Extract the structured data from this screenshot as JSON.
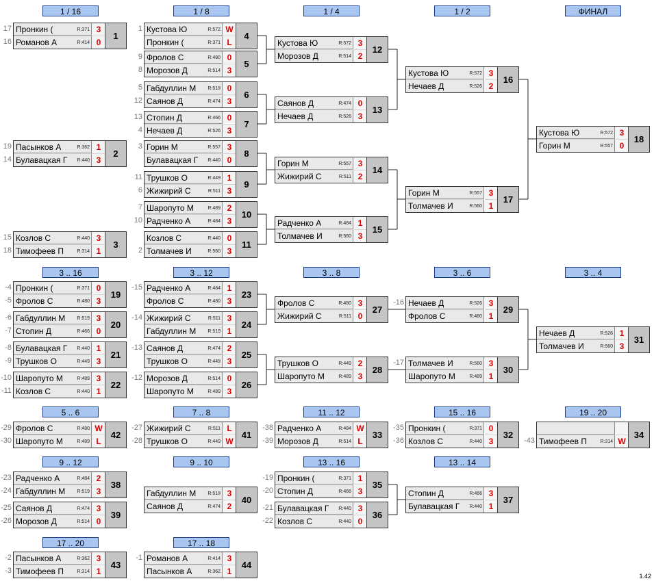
{
  "headers": [
    {
      "label": "1 / 16"
    },
    {
      "label": "1 / 8"
    },
    {
      "label": "1 / 4"
    },
    {
      "label": "1 / 2"
    },
    {
      "label": "ФИНАЛ"
    },
    {
      "label": "3 .. 16"
    },
    {
      "label": "3 .. 12"
    },
    {
      "label": "3 .. 8"
    },
    {
      "label": "3 .. 6"
    },
    {
      "label": "3 .. 4"
    },
    {
      "label": "5 .. 6"
    },
    {
      "label": "7 .. 8"
    },
    {
      "label": "11 .. 12"
    },
    {
      "label": "15 .. 16"
    },
    {
      "label": "19 .. 20"
    },
    {
      "label": "9 .. 12"
    },
    {
      "label": "9 .. 10"
    },
    {
      "label": "13 .. 16"
    },
    {
      "label": "13 .. 14"
    },
    {
      "label": "17 .. 20"
    },
    {
      "label": "17 .. 18"
    }
  ],
  "matches": [
    {
      "num": "1",
      "p1": {
        "name": "Пронкин (",
        "rating": "R:371",
        "score": "3",
        "seed": "17"
      },
      "p2": {
        "name": "Романов А",
        "rating": "R:414",
        "score": "0",
        "seed": "16"
      }
    },
    {
      "num": "2",
      "p1": {
        "name": "Пасынков А",
        "rating": "R:362",
        "score": "1",
        "seed": "19"
      },
      "p2": {
        "name": "Булавацкая Г",
        "rating": "R:440",
        "score": "3",
        "seed": "14"
      }
    },
    {
      "num": "3",
      "p1": {
        "name": "Козлов С",
        "rating": "R:440",
        "score": "3",
        "seed": "15"
      },
      "p2": {
        "name": "Тимофеев П",
        "rating": "R:314",
        "score": "1",
        "seed": "18"
      }
    },
    {
      "num": "4",
      "p1": {
        "name": "Кустова Ю",
        "rating": "R:572",
        "score": "W",
        "seed": "1"
      },
      "p2": {
        "name": "Пронкин (",
        "rating": "R:371",
        "score": "L",
        "seed": ""
      }
    },
    {
      "num": "5",
      "p1": {
        "name": "Фролов С",
        "rating": "R:480",
        "score": "0",
        "seed": "9"
      },
      "p2": {
        "name": "Морозов Д",
        "rating": "R:514",
        "score": "3",
        "seed": "8"
      }
    },
    {
      "num": "6",
      "p1": {
        "name": "Габдуллин М",
        "rating": "R:519",
        "score": "0",
        "seed": "5"
      },
      "p2": {
        "name": "Саянов Д",
        "rating": "R:474",
        "score": "3",
        "seed": "12"
      }
    },
    {
      "num": "7",
      "p1": {
        "name": "Стопин Д",
        "rating": "R:466",
        "score": "0",
        "seed": "13"
      },
      "p2": {
        "name": "Нечаев Д",
        "rating": "R:526",
        "score": "3",
        "seed": "4"
      }
    },
    {
      "num": "8",
      "p1": {
        "name": "Горин М",
        "rating": "R:557",
        "score": "3",
        "seed": "3"
      },
      "p2": {
        "name": "Булавацкая Г",
        "rating": "R:440",
        "score": "0",
        "seed": ""
      }
    },
    {
      "num": "9",
      "p1": {
        "name": "Трушков О",
        "rating": "R:449",
        "score": "1",
        "seed": "11"
      },
      "p2": {
        "name": "Жижирий С",
        "rating": "R:511",
        "score": "3",
        "seed": "6"
      }
    },
    {
      "num": "10",
      "p1": {
        "name": "Шаропуто М",
        "rating": "R:489",
        "score": "2",
        "seed": "7"
      },
      "p2": {
        "name": "Радченко А",
        "rating": "R:484",
        "score": "3",
        "seed": "10"
      }
    },
    {
      "num": "11",
      "p1": {
        "name": "Козлов С",
        "rating": "R:440",
        "score": "0",
        "seed": ""
      },
      "p2": {
        "name": "Толмачев И",
        "rating": "R:560",
        "score": "3",
        "seed": "2"
      }
    },
    {
      "num": "12",
      "p1": {
        "name": "Кустова Ю",
        "rating": "R:572",
        "score": "3",
        "seed": ""
      },
      "p2": {
        "name": "Морозов Д",
        "rating": "R:514",
        "score": "2",
        "seed": ""
      }
    },
    {
      "num": "13",
      "p1": {
        "name": "Саянов Д",
        "rating": "R:474",
        "score": "0",
        "seed": ""
      },
      "p2": {
        "name": "Нечаев Д",
        "rating": "R:526",
        "score": "3",
        "seed": ""
      }
    },
    {
      "num": "14",
      "p1": {
        "name": "Горин М",
        "rating": "R:557",
        "score": "3",
        "seed": ""
      },
      "p2": {
        "name": "Жижирий С",
        "rating": "R:511",
        "score": "2",
        "seed": ""
      }
    },
    {
      "num": "15",
      "p1": {
        "name": "Радченко А",
        "rating": "R:484",
        "score": "1",
        "seed": ""
      },
      "p2": {
        "name": "Толмачев И",
        "rating": "R:560",
        "score": "3",
        "seed": ""
      }
    },
    {
      "num": "16",
      "p1": {
        "name": "Кустова Ю",
        "rating": "R:572",
        "score": "3",
        "seed": ""
      },
      "p2": {
        "name": "Нечаев Д",
        "rating": "R:526",
        "score": "2",
        "seed": ""
      }
    },
    {
      "num": "17",
      "p1": {
        "name": "Горин М",
        "rating": "R:557",
        "score": "3",
        "seed": ""
      },
      "p2": {
        "name": "Толмачев И",
        "rating": "R:560",
        "score": "1",
        "seed": ""
      }
    },
    {
      "num": "18",
      "p1": {
        "name": "Кустова Ю",
        "rating": "R:572",
        "score": "3",
        "seed": ""
      },
      "p2": {
        "name": "Горин М",
        "rating": "R:557",
        "score": "0",
        "seed": ""
      }
    },
    {
      "num": "19",
      "p1": {
        "name": "Пронкин (",
        "rating": "R:371",
        "score": "0",
        "seed": "-4"
      },
      "p2": {
        "name": "Фролов С",
        "rating": "R:480",
        "score": "3",
        "seed": "-5"
      }
    },
    {
      "num": "20",
      "p1": {
        "name": "Габдуллин М",
        "rating": "R:519",
        "score": "3",
        "seed": "-6"
      },
      "p2": {
        "name": "Стопин Д",
        "rating": "R:466",
        "score": "0",
        "seed": "-7"
      }
    },
    {
      "num": "21",
      "p1": {
        "name": "Булавацкая Г",
        "rating": "R:440",
        "score": "1",
        "seed": "-8"
      },
      "p2": {
        "name": "Трушков О",
        "rating": "R:449",
        "score": "3",
        "seed": "-9"
      }
    },
    {
      "num": "22",
      "p1": {
        "name": "Шаропуто М",
        "rating": "R:489",
        "score": "3",
        "seed": "-10"
      },
      "p2": {
        "name": "Козлов С",
        "rating": "R:440",
        "score": "1",
        "seed": "-11"
      }
    },
    {
      "num": "23",
      "p1": {
        "name": "Радченко А",
        "rating": "R:484",
        "score": "1",
        "seed": "-15"
      },
      "p2": {
        "name": "Фролов С",
        "rating": "R:480",
        "score": "3",
        "seed": ""
      }
    },
    {
      "num": "24",
      "p1": {
        "name": "Жижирий С",
        "rating": "R:511",
        "score": "3",
        "seed": "-14"
      },
      "p2": {
        "name": "Габдуллин М",
        "rating": "R:519",
        "score": "1",
        "seed": ""
      }
    },
    {
      "num": "25",
      "p1": {
        "name": "Саянов Д",
        "rating": "R:474",
        "score": "2",
        "seed": "-13"
      },
      "p2": {
        "name": "Трушков О",
        "rating": "R:449",
        "score": "3",
        "seed": ""
      }
    },
    {
      "num": "26",
      "p1": {
        "name": "Морозов Д",
        "rating": "R:514",
        "score": "0",
        "seed": "-12"
      },
      "p2": {
        "name": "Шаропуто М",
        "rating": "R:489",
        "score": "3",
        "seed": ""
      }
    },
    {
      "num": "27",
      "p1": {
        "name": "Фролов С",
        "rating": "R:480",
        "score": "3",
        "seed": ""
      },
      "p2": {
        "name": "Жижирий С",
        "rating": "R:511",
        "score": "0",
        "seed": ""
      }
    },
    {
      "num": "28",
      "p1": {
        "name": "Трушков О",
        "rating": "R:449",
        "score": "2",
        "seed": ""
      },
      "p2": {
        "name": "Шаропуто М",
        "rating": "R:489",
        "score": "3",
        "seed": ""
      }
    },
    {
      "num": "29",
      "p1": {
        "name": "Нечаев Д",
        "rating": "R:526",
        "score": "3",
        "seed": "-16"
      },
      "p2": {
        "name": "Фролов С",
        "rating": "R:480",
        "score": "1",
        "seed": ""
      }
    },
    {
      "num": "30",
      "p1": {
        "name": "Толмачев И",
        "rating": "R:560",
        "score": "3",
        "seed": "-17"
      },
      "p2": {
        "name": "Шаропуто М",
        "rating": "R:489",
        "score": "1",
        "seed": ""
      }
    },
    {
      "num": "31",
      "p1": {
        "name": "Нечаев Д",
        "rating": "R:526",
        "score": "1",
        "seed": ""
      },
      "p2": {
        "name": "Толмачев И",
        "rating": "R:560",
        "score": "3",
        "seed": ""
      }
    },
    {
      "num": "42",
      "p1": {
        "name": "Фролов С",
        "rating": "R:480",
        "score": "W",
        "seed": "-29"
      },
      "p2": {
        "name": "Шаропуто М",
        "rating": "R:489",
        "score": "L",
        "seed": "-30"
      }
    },
    {
      "num": "41",
      "p1": {
        "name": "Жижирий С",
        "rating": "R:511",
        "score": "L",
        "seed": "-27"
      },
      "p2": {
        "name": "Трушков О",
        "rating": "R:449",
        "score": "W",
        "seed": "-28"
      }
    },
    {
      "num": "33",
      "p1": {
        "name": "Радченко А",
        "rating": "R:484",
        "score": "W",
        "seed": "-38"
      },
      "p2": {
        "name": "Морозов Д",
        "rating": "R:514",
        "score": "L",
        "seed": "-39"
      }
    },
    {
      "num": "32",
      "p1": {
        "name": "Пронкин (",
        "rating": "R:371",
        "score": "0",
        "seed": "-35"
      },
      "p2": {
        "name": "Козлов С",
        "rating": "R:440",
        "score": "3",
        "seed": "-36"
      }
    },
    {
      "num": "34",
      "p1": {
        "name": "",
        "rating": "",
        "score": "",
        "seed": ""
      },
      "p2": {
        "name": "Тимофеев П",
        "rating": "R:314",
        "score": "W",
        "seed": "-43"
      }
    },
    {
      "num": "38",
      "p1": {
        "name": "Радченко А",
        "rating": "R:484",
        "score": "2",
        "seed": "-23"
      },
      "p2": {
        "name": "Габдуллин М",
        "rating": "R:519",
        "score": "3",
        "seed": "-24"
      }
    },
    {
      "num": "39",
      "p1": {
        "name": "Саянов Д",
        "rating": "R:474",
        "score": "3",
        "seed": "-25"
      },
      "p2": {
        "name": "Морозов Д",
        "rating": "R:514",
        "score": "0",
        "seed": "-26"
      }
    },
    {
      "num": "40",
      "p1": {
        "name": "Габдуллин М",
        "rating": "R:519",
        "score": "3",
        "seed": ""
      },
      "p2": {
        "name": "Саянов Д",
        "rating": "R:474",
        "score": "2",
        "seed": ""
      }
    },
    {
      "num": "35",
      "p1": {
        "name": "Пронкин (",
        "rating": "R:371",
        "score": "1",
        "seed": "-19"
      },
      "p2": {
        "name": "Стопин Д",
        "rating": "R:466",
        "score": "3",
        "seed": "-20"
      }
    },
    {
      "num": "36",
      "p1": {
        "name": "Булавацкая Г",
        "rating": "R:440",
        "score": "3",
        "seed": "-21"
      },
      "p2": {
        "name": "Козлов С",
        "rating": "R:440",
        "score": "0",
        "seed": "-22"
      }
    },
    {
      "num": "37",
      "p1": {
        "name": "Стопин Д",
        "rating": "R:466",
        "score": "3",
        "seed": ""
      },
      "p2": {
        "name": "Булавацкая Г",
        "rating": "R:440",
        "score": "1",
        "seed": ""
      }
    },
    {
      "num": "43",
      "p1": {
        "name": "Пасынков А",
        "rating": "R:362",
        "score": "3",
        "seed": "-2"
      },
      "p2": {
        "name": "Тимофеев П",
        "rating": "R:314",
        "score": "1",
        "seed": "-3"
      }
    },
    {
      "num": "44",
      "p1": {
        "name": "Романов А",
        "rating": "R:414",
        "score": "3",
        "seed": "-1"
      },
      "p2": {
        "name": "Пасынков А",
        "rating": "R:362",
        "score": "1",
        "seed": ""
      }
    }
  ],
  "version": "1.42"
}
